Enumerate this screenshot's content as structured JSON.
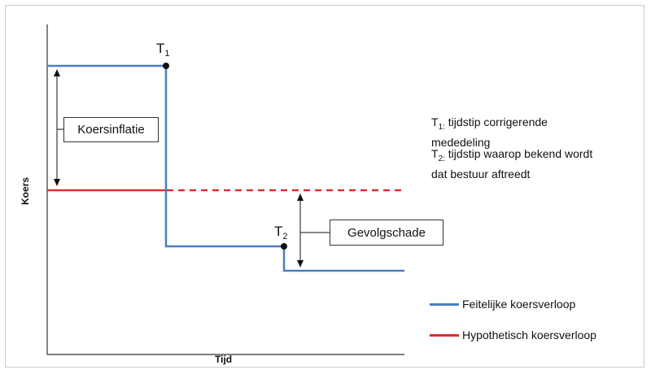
{
  "axes": {
    "y_label": "Koers",
    "x_label": "Tijd"
  },
  "points": {
    "t1": "T",
    "t1_sub": "1",
    "t2": "T",
    "t2_sub": "2"
  },
  "boxes": {
    "inflation": "Koersinflatie",
    "damage": "Gevolgschade"
  },
  "notes": {
    "t1_prefix": "T",
    "t1_sub": "1:",
    "t1_text": " tijdstip corrigerende",
    "t1_text2": "mededeling",
    "t2_prefix": "T",
    "t2_sub": "2:",
    "t2_text": " tijdstip waarop bekend wordt",
    "t2_text2": "dat bestuur aftreedt"
  },
  "legend": [
    {
      "label": "Feitelijke koersverloop",
      "color": "#4a7fc1"
    },
    {
      "label": "Hypothetisch koersverloop",
      "color": "#d9302c"
    }
  ],
  "colors": {
    "actual": "#4a7fc1",
    "hypothetical": "#d9302c"
  }
}
